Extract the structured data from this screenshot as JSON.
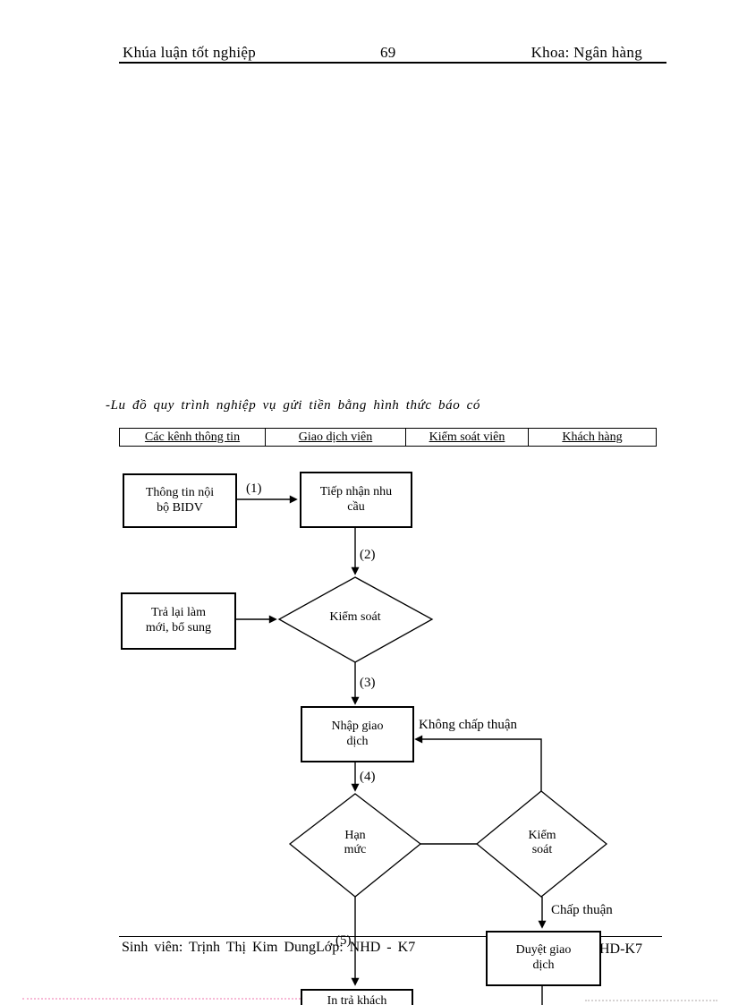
{
  "header": {
    "left_title": "Khúa luận tốt nghiệp",
    "page_number": "69",
    "right_title": "Khoa: Ngân hàng"
  },
  "caption": "-Lu   đồ quy trình nghiệp vụ gửi tiền bằng hình thức báo có",
  "lanes": [
    "Các kênh thông tin",
    "Giao dịch viên",
    "Kiểm soát viên",
    "Khách hàng"
  ],
  "nodes": {
    "info_bidv": "Thông tin nội\nbộ BIDV",
    "tiep_nhan_nhu_cau": "Tiếp nhận nhu\ncầu",
    "kiem_soat_1": "Kiểm soát",
    "tra_lai_lam_moi": "Trả lại làm\nmới, bổ sung",
    "nhap_giao_dich": "Nhập giao\ndịch",
    "han_muc": "Hạn\nmức",
    "kiem_soat_2": "Kiểm\nsoát",
    "duyet_giao_dich": "Duyệt giao\ndịch",
    "in_tra_khach": "In trả khách"
  },
  "edge_labels": {
    "step1": "(1)",
    "step2": "(2)",
    "step3": "(3)",
    "step4": "(4)",
    "step5": "(5)",
    "khong_chap_thuan": "Không chấp thuận",
    "chap_thuan": "Chấp thuận"
  },
  "footer": {
    "left_text": "Sinh viên: Trịnh Thị Kim DungLớp: NHD - K7",
    "right_fragment": "HD-K7"
  }
}
